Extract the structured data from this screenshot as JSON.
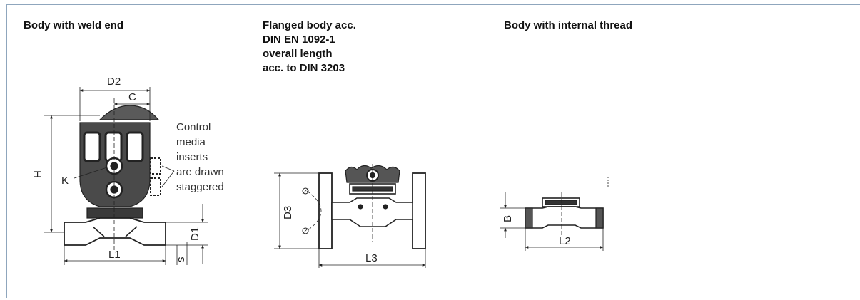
{
  "sections": [
    {
      "title": "Body with weld end"
    },
    {
      "title": "Flanged body acc.\nDIN EN 1092-1\noverall length\nacc. to DIN 3203"
    },
    {
      "title": "Body with internal thread"
    }
  ],
  "weld_end": {
    "labels": {
      "d2": "D2",
      "c": "C",
      "h": "H",
      "k": "K",
      "d1": "D1",
      "l1": "L1",
      "s": "s"
    },
    "note_lines": [
      "Control",
      "media",
      "inserts",
      "are drawn",
      "staggered"
    ]
  },
  "flanged": {
    "labels": {
      "d3": "D3",
      "l3": "L3"
    }
  },
  "threaded": {
    "labels": {
      "b": "B",
      "l2": "L2"
    }
  },
  "colors": {
    "frame": "#8fa6bd",
    "line": "#222222",
    "body_fill": "#4a4a4a"
  }
}
